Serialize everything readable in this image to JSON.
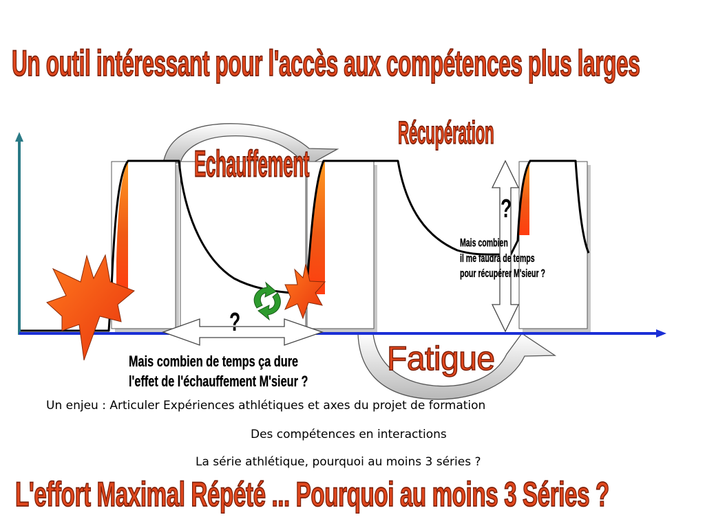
{
  "title": "Un outil intéressant pour l'accès aux compétences plus larges",
  "labels": {
    "recuperation": "Récupération",
    "echauffement": "Echauffement",
    "fatigue": "Fatigue"
  },
  "question_mark": "?",
  "notes": {
    "echauffement": [
      "Mais combien de temps ça dure",
      "l'effet de l'échauffement M'sieur ?"
    ],
    "recuperation": [
      "Mais combien",
      "il me faudra de temps",
      "pour récupérer M'sieur ?"
    ]
  },
  "captions": {
    "enjeu": "Un enjeu : Articuler Expériences athlétiques et axes du projet de formation",
    "competences": "Des compétences en interactions",
    "serie": "La série athlétique, pourquoi au moins 3 séries ?"
  },
  "bottom_title": "L'effort Maximal Répété ... Pourquoi au moins 3 Séries ?",
  "colors": {
    "title_fill": "#e0471d",
    "axis_x": "#1b2fd6",
    "axis_y": "#2a7a86",
    "effort_fill": "#f05a14",
    "burst_fill": "#f4501c",
    "cycle_arrows": "#2e9b2e"
  }
}
